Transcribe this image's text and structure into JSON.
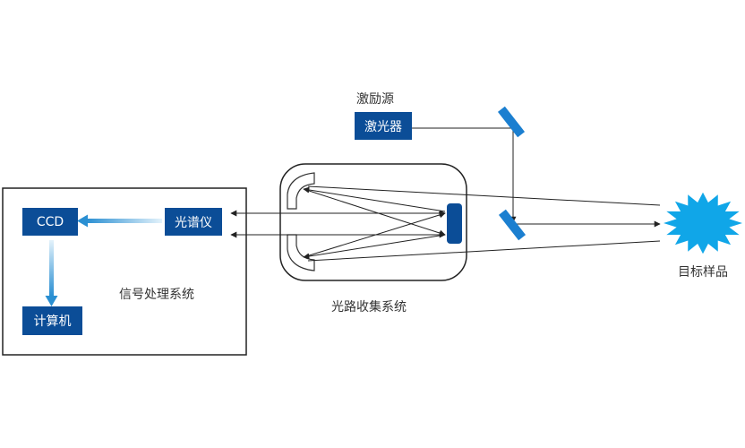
{
  "source_group": {
    "caption": "激励源",
    "laser_label": "激光器"
  },
  "signal_group": {
    "caption": "信号处理系统",
    "ccd_label": "CCD",
    "computer_label": "计算机",
    "spectrometer_label": "光谱仪"
  },
  "optics_group": {
    "caption": "光路收集系统"
  },
  "target": {
    "caption": "目标样品"
  },
  "colors": {
    "box_fill": "#0b4d97",
    "mirror_fill": "#1b7fd0",
    "target_fill": "#10a6e8",
    "line": "#222222",
    "flow_arrow": "#2a8fd2"
  }
}
